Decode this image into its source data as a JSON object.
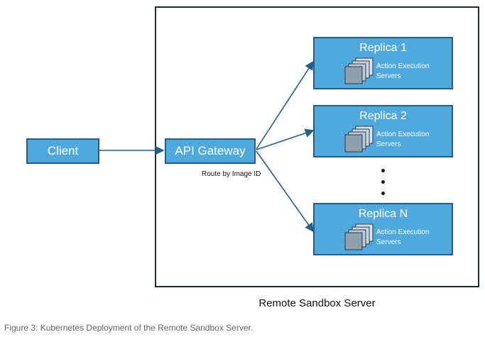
{
  "diagram": {
    "client_label": "Client",
    "gateway_label": "API Gateway",
    "route_label": "Route by Image ID",
    "server_label": "Remote Sandbox Server",
    "replicas": [
      {
        "title": "Replica 1",
        "line1": "Action Execution",
        "line2": "Servers"
      },
      {
        "title": "Replica 2",
        "line1": "Action Execution",
        "line2": "Servers"
      },
      {
        "title": "Replica N",
        "line1": "Action Execution",
        "line2": "Servers"
      }
    ]
  },
  "caption": "Figure 3: Kubernetes Deployment of the Remote Sandbox Server.",
  "colors": {
    "node_fill": "#4fa9dd",
    "node_border": "#1f5f8c",
    "arrow": "#1f5f8c"
  }
}
